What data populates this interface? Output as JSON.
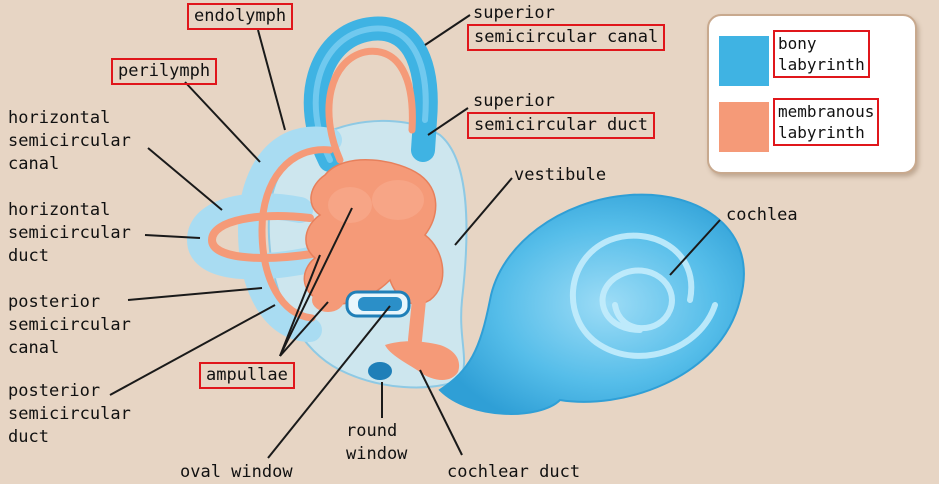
{
  "colors": {
    "background": "#e7d5c4",
    "bony": "#3fb3e3",
    "membranous": "#f59a78",
    "highlight_box": "#e0161b"
  },
  "labels": {
    "endolymph": "endolymph",
    "perilymph": "perilymph",
    "superior_canal_1": "superior",
    "superior_canal_2": "semicircular canal",
    "superior_duct_1": "superior",
    "superior_duct_2": "semicircular duct",
    "horizontal_canal": "horizontal\nsemicircular\ncanal",
    "horizontal_duct": "horizontal\nsemicircular\nduct",
    "posterior_canal": "posterior\nsemicircular\ncanal",
    "posterior_duct": "posterior\nsemicircular\nduct",
    "vestibule": "vestibule",
    "cochlea": "cochlea",
    "ampullae": "ampullae",
    "round_window": "round\nwindow",
    "oval_window": "oval window",
    "cochlear_duct": "cochlear duct"
  },
  "legend": {
    "bony": "bony\nlabyrinth",
    "membranous": "membranous\nlabyrinth"
  }
}
